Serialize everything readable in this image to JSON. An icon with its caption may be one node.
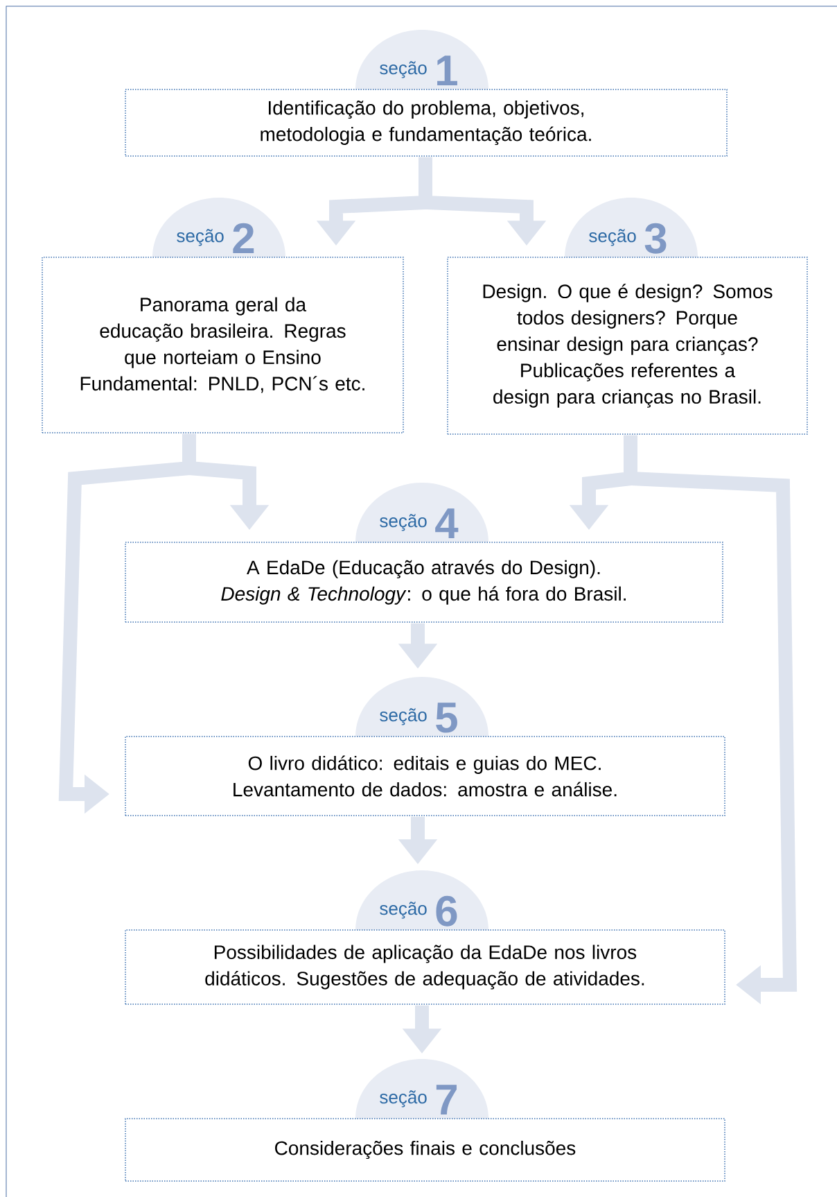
{
  "diagram": {
    "nodes": [
      {
        "text": [
          "seção",
          "1",
          "Identificação do problema, objetivos, metodologia e fundamentação teórica."
        ]
      },
      {
        "text": [
          "seção",
          "2",
          "Panorama geral da educação brasileira. Regras que norteiam o Ensino Fundamental: PNLD, PCN´s etc."
        ]
      },
      {
        "text": [
          "seção",
          "3",
          "Design. O que é design? Somos todos designers? Porque ensinar design para crianças? Publicações referentes a design para crianças no Brasil."
        ]
      },
      {
        "text": [
          "seção",
          "4",
          "A EdaDe (Educação através do Design). *Design & Technology*: o que há fora do Brasil."
        ]
      },
      {
        "text": [
          "seção",
          "5",
          "O livro didático: editais e guias do MEC. Levantamento de dados: amostra e análise."
        ]
      },
      {
        "text": [
          "seção",
          "6",
          "Possibilidades de aplicação da EdaDe nos livros didáticos. Sugestões de adequação de atividades."
        ]
      },
      {
        "text": [
          "seção",
          "7",
          "Considerações finais e conclusões"
        ]
      }
    ],
    "edges": [
      {
        "from": 0,
        "to": 1,
        "arrow": "to"
      },
      {
        "from": 0,
        "to": 2,
        "arrow": "to"
      },
      {
        "from": 1,
        "to": 3,
        "arrow": "to"
      },
      {
        "from": 1,
        "to": 4,
        "arrow": "to"
      },
      {
        "from": 2,
        "to": 3,
        "arrow": "to"
      },
      {
        "from": 2,
        "to": 5,
        "arrow": "to"
      },
      {
        "from": 3,
        "to": 4,
        "arrow": "to"
      },
      {
        "from": 4,
        "to": 5,
        "arrow": "to"
      },
      {
        "from": 5,
        "to": 6,
        "arrow": "to"
      }
    ]
  }
}
